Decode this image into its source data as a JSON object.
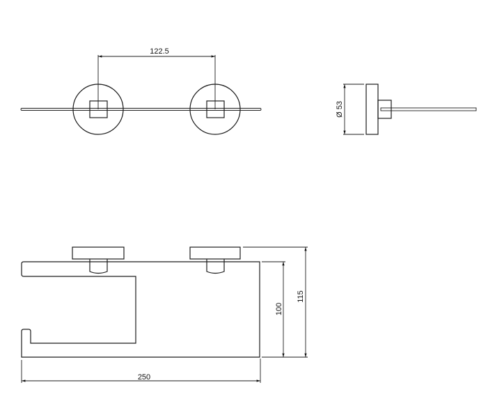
{
  "drawing": {
    "front_view": {
      "spacing_label": "122.5"
    },
    "side_view": {
      "diameter_label": "Ø 53"
    },
    "top_view": {
      "width_label": "250",
      "depth_label": "100",
      "overall_depth_label": "115"
    },
    "line_color": "#1a1a1a"
  }
}
